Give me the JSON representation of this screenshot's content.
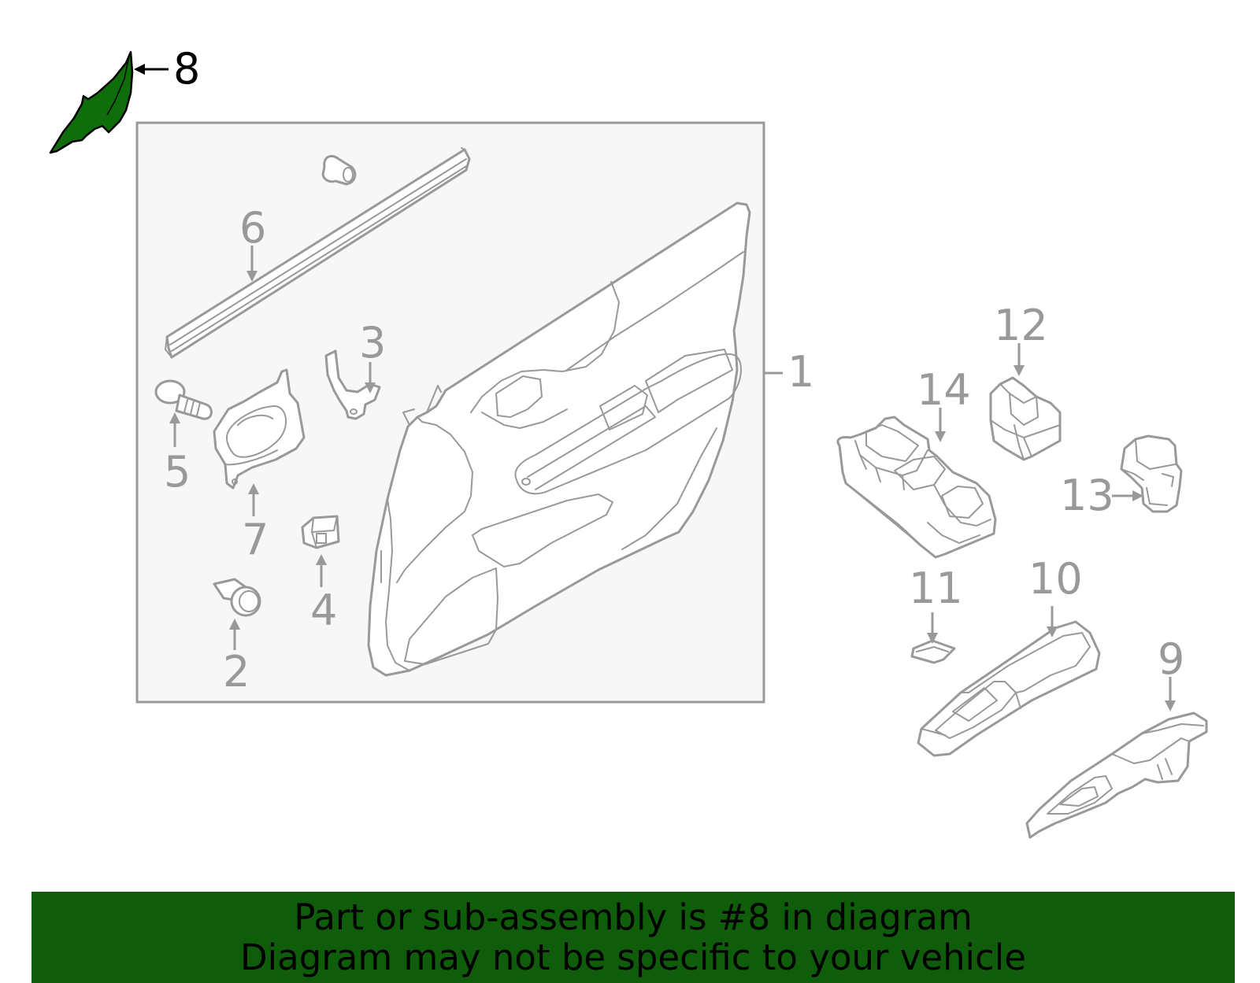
{
  "diagram": {
    "highlight_color": "#0f6e0b",
    "line_color": "#999999",
    "callouts": {
      "c1": "1",
      "c2": "2",
      "c3": "3",
      "c4": "4",
      "c5": "5",
      "c6": "6",
      "c7": "7",
      "c8": "8",
      "c9": "9",
      "c10": "10",
      "c11": "11",
      "c12": "12",
      "c13": "13",
      "c14": "14"
    },
    "highlighted_part": "8"
  },
  "banner": {
    "line1": "Part or sub-assembly is #8 in diagram",
    "line2": "Diagram may not be specific to your vehicle",
    "background": "#0f5c0a"
  }
}
